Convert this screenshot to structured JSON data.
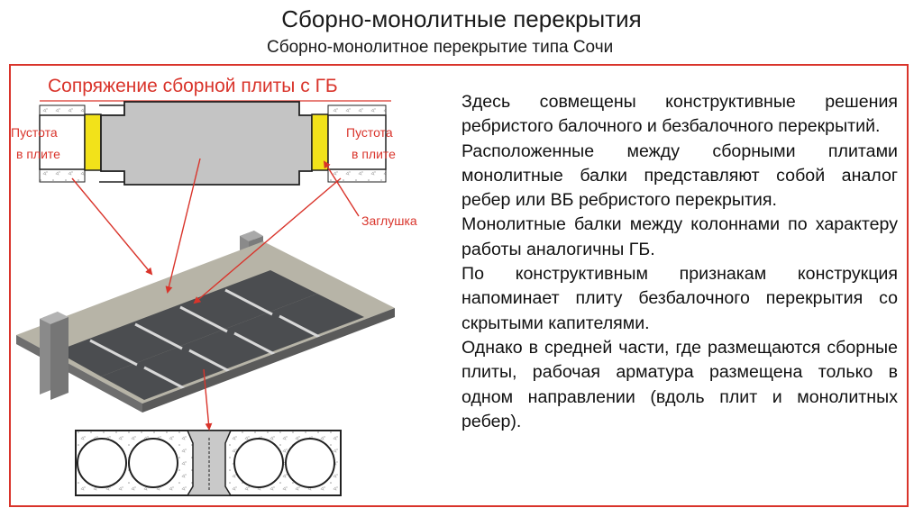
{
  "slide": {
    "title": "Сборно-монолитные перекрытия",
    "subtitle": "Сборно-монолитное перекрытие типа Сочи"
  },
  "figure": {
    "heading": "Сопряжение сборной плиты с ГБ",
    "void_left": [
      "Пустота",
      "в плите"
    ],
    "void_right": [
      "Пустота",
      "в плите"
    ],
    "plug_label": "Заглушка"
  },
  "paragraphs": [
    "Здесь совмещены конструктивные решения ребристого балочного и безбалочного перекрытий.",
    "Расположенные между сборными плитами монолитные балки представляют собой аналог ребер или ВБ ребристого перекрытия.",
    "Монолитные балки между колоннами по характеру работы аналогичны ГБ.",
    "По конструктивным признакам конструкция напоминает плиту безбалочного перекрытия со скрытыми капителями.",
    "Однако в средней части, где размещаются сборные плиты, рабочая арматура размещена только в одном направлении (вдоль плит и монолитных ребер)."
  ],
  "colors": {
    "accent": "#d9342b",
    "plug": "#f2e21a",
    "beam": "#c4c4c4",
    "slab": "#4b4d50"
  }
}
